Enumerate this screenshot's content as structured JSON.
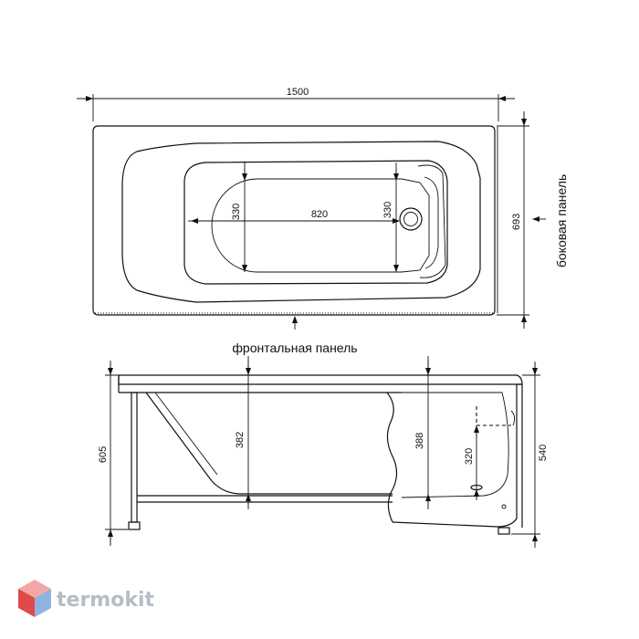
{
  "top_view": {
    "length": "1500",
    "width": "693",
    "inner_length": "820",
    "inner_width_left": "330",
    "inner_width_right": "330",
    "side_panel_label": "боковая панель",
    "front_panel_label": "фронтальная панель"
  },
  "side_view": {
    "total_height": "605",
    "depth_left": "382",
    "depth_right": "388",
    "drain_height": "320",
    "rim_height": "540"
  },
  "watermark": {
    "brand": "termokit"
  },
  "colors": {
    "line": "#111111",
    "watermark_text": "#b5bcc6",
    "logo_top": "#f3a6a6",
    "logo_left": "#e04a4a",
    "logo_right": "#8fb2e0"
  }
}
